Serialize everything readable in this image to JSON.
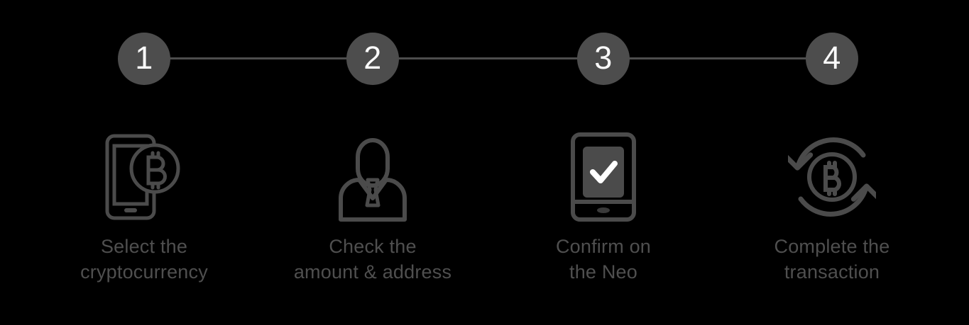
{
  "page": {
    "background_color": "#000000",
    "accent_color": "#4d4d4d",
    "text_color": "#4f4f4f",
    "number_color": "#fbfbfb",
    "title": "Transaction steps progress"
  },
  "progress": {
    "rail_label": "progress-connector-line",
    "total_steps": 4,
    "steps": [
      {
        "number": "1"
      },
      {
        "number": "2"
      },
      {
        "number": "3"
      },
      {
        "number": "4"
      }
    ]
  },
  "steps": [
    {
      "number": "1",
      "icon": "smartphone-bitcoin-icon",
      "caption_line1": "Select the",
      "caption_line2": "cryptocurrency"
    },
    {
      "number": "2",
      "icon": "person-suit-icon",
      "caption_line1": "Check the",
      "caption_line2": "amount & address"
    },
    {
      "number": "3",
      "icon": "hardware-wallet-checkmark-icon",
      "caption_line1": "Confirm on",
      "caption_line2": "the Neo"
    },
    {
      "number": "4",
      "icon": "bitcoin-refresh-arrows-icon",
      "caption_line1": "Complete the",
      "caption_line2": "transaction"
    }
  ]
}
